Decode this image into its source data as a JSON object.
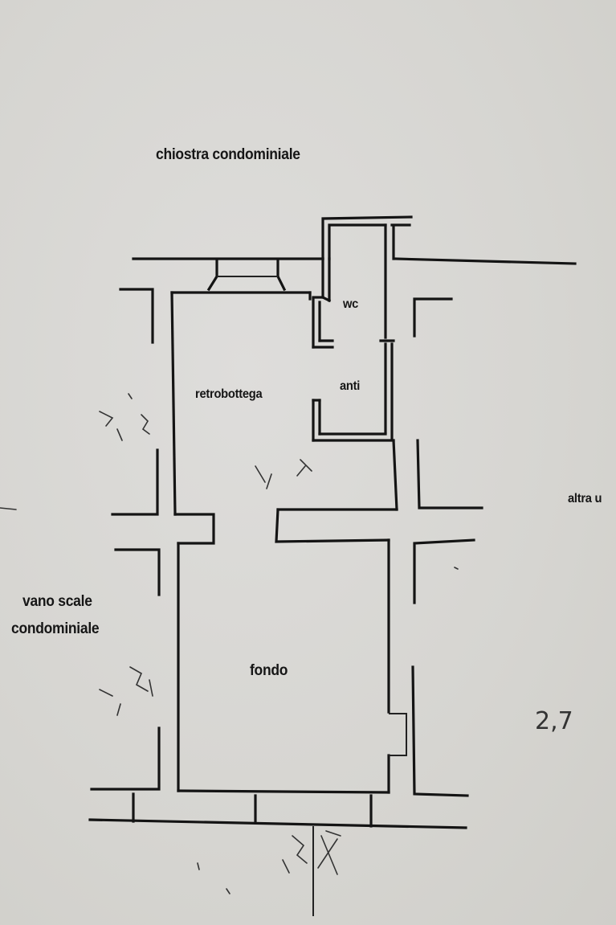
{
  "labels": {
    "courtyard": "chiostra condominiale",
    "wc": "wc",
    "back_shop": "retrobottega",
    "anti": "anti",
    "other_unit": "altra u",
    "stairwell_line1": "vano scale",
    "stairwell_line2": "condominiale",
    "main_room": "fondo"
  },
  "handwritten_note": "2,7"
}
